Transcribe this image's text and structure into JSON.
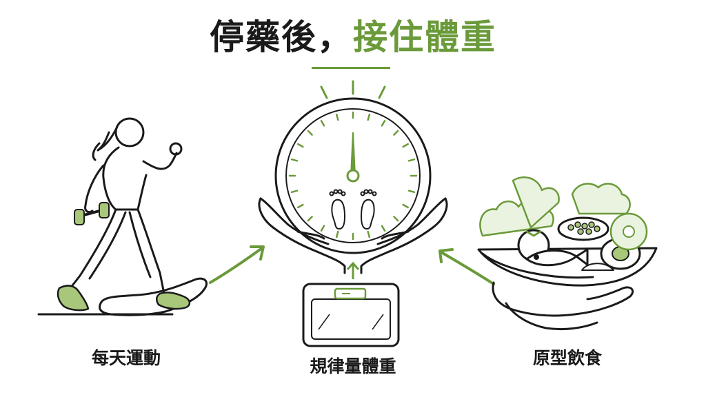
{
  "title": {
    "dark": "停藥後，",
    "accent": "接住體重"
  },
  "captions": {
    "exercise": "每天運動",
    "weigh": "規律量體重",
    "food": "原型飲食"
  },
  "colors": {
    "accent": "#6a9a3a",
    "ink": "#1a1a1a"
  }
}
